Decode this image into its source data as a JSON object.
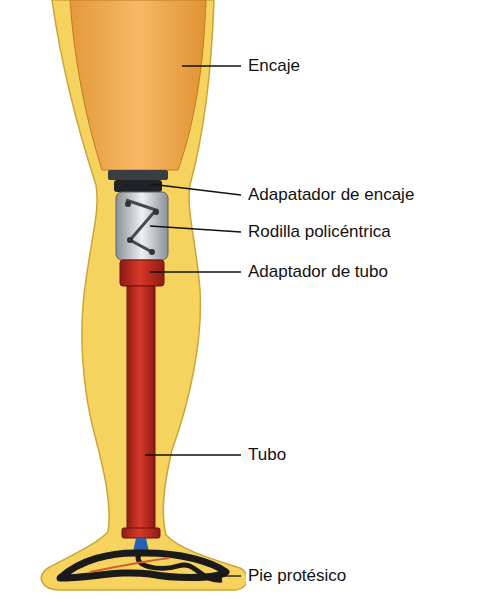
{
  "diagram": {
    "labels": [
      "Encaje",
      "Adapatador de encaje",
      "Rodilla policéntrica",
      "Adaptador de tubo",
      "Tubo",
      "Pie protésico"
    ]
  }
}
